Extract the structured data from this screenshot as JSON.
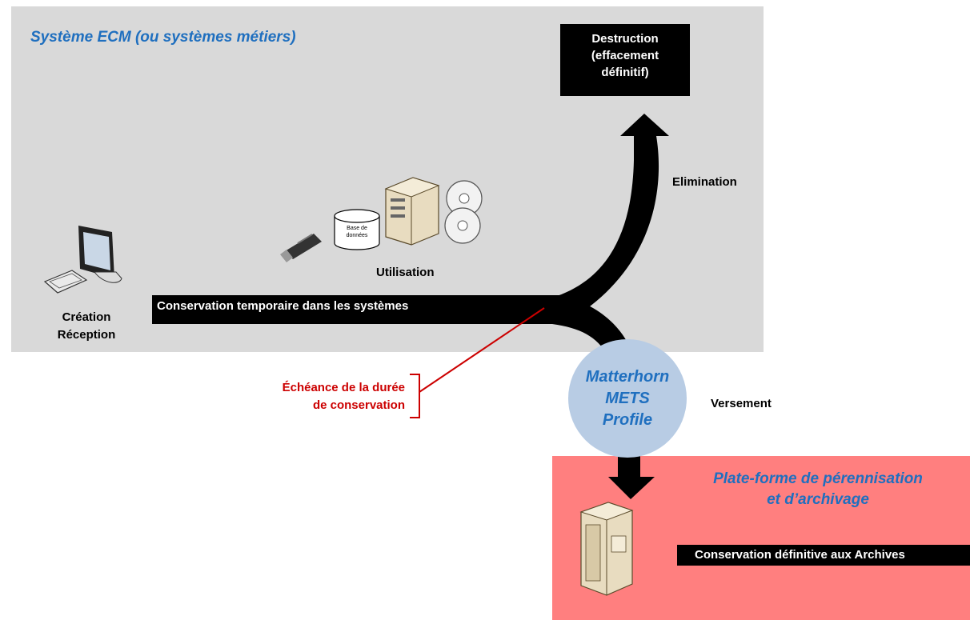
{
  "ecm_system": {
    "title": "Système ECM (ou systèmes métiers)"
  },
  "destruction": {
    "line1": "Destruction",
    "line2": "(effacement",
    "line3": "définitif)"
  },
  "labels": {
    "elimination": "Elimination",
    "utilisation": "Utilisation",
    "creation": "Création",
    "reception": "Réception",
    "conservation_temporaire": "Conservation temporaire dans les systèmes",
    "versement": "Versement",
    "database": "Base de données"
  },
  "echeance": {
    "line1": "Échéance de la durée",
    "line2": "de conservation",
    "color": "#cc0000"
  },
  "matterhorn": {
    "line1": "Matterhorn",
    "line2": "METS",
    "line3": "Profile"
  },
  "archive_platform": {
    "title_line1": "Plate-forme de pérennisation",
    "title_line2": "et d’archivage",
    "conservation_definitive": "Conservation définitive aux Archives"
  },
  "colors": {
    "ecm_background": "#d9d9d9",
    "archive_background": "#ff7f7f",
    "title_blue": "#1f6fbf",
    "circle": "#b8cce4"
  },
  "icons": [
    "computer-icon",
    "usb-stick-icon",
    "database-icon",
    "server-icon",
    "cd-icon",
    "archive-server-icon"
  ]
}
